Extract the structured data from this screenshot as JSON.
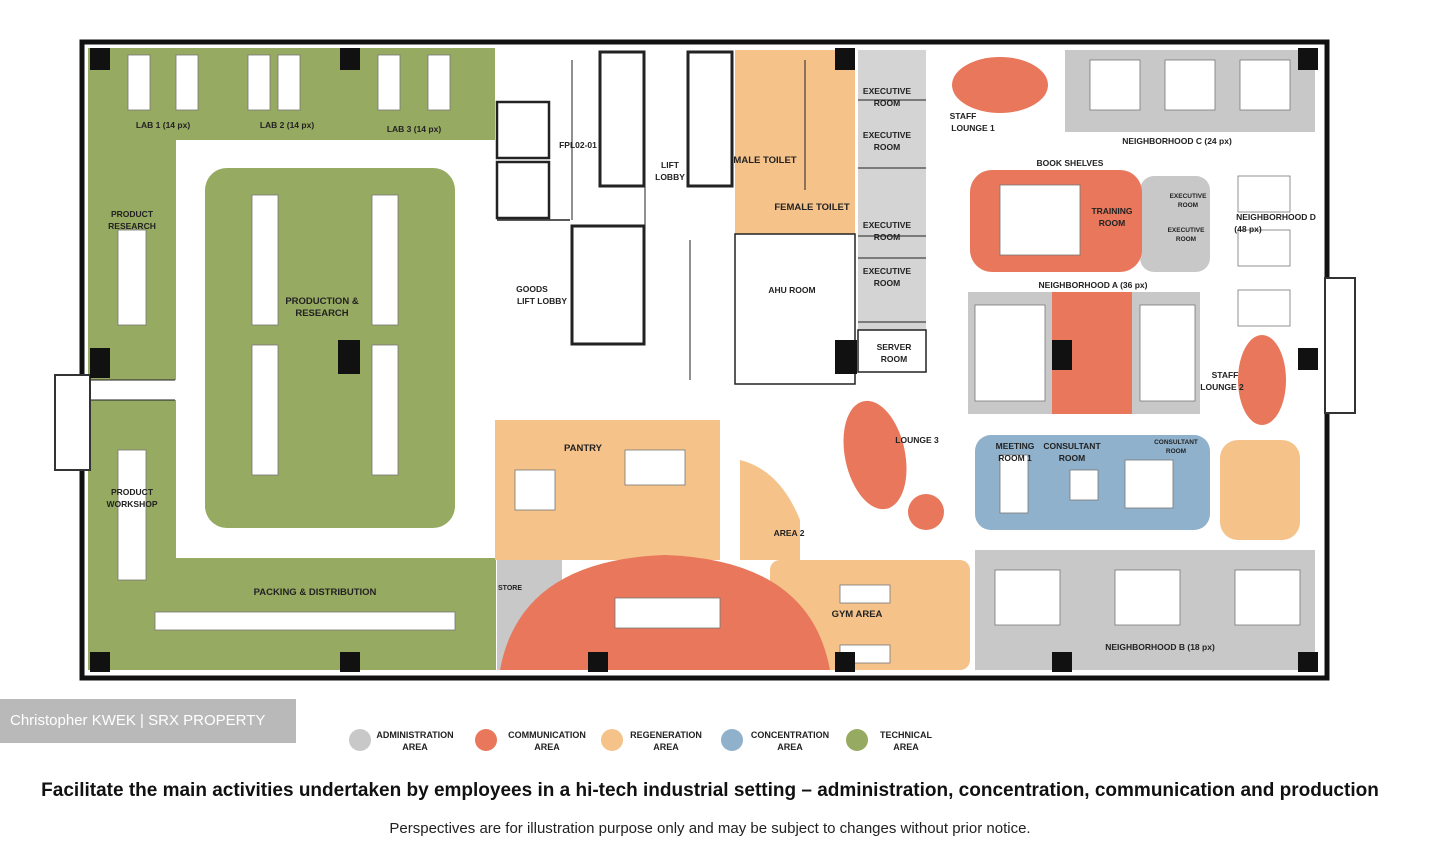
{
  "watermark": "Christopher KWEK | SRX PROPERTY",
  "tagline": "Facilitate the main activities undertaken by employees in a hi-tech industrial setting – administration, concentration, communication and production",
  "disclaimer": "Perspectives are for illustration purpose only and may be subject to changes without prior notice.",
  "colors": {
    "administration": "#c8c8c8",
    "communication": "#e8775b",
    "regeneration": "#f5c28a",
    "concentration": "#8fb1cc",
    "technical": "#97aa62"
  },
  "rooms": {
    "lab1": "LAB 1 (14 px)",
    "lab2": "LAB 2 (14 px)",
    "lab3": "LAB 3 (14 px)",
    "fpl": "FPL02-01",
    "lift_lobby_1": "LIFT",
    "lift_lobby_2": "LOBBY",
    "male_toilet": "MALE TOILET",
    "female_toilet": "FEMALE TOILET",
    "exec1_1": "EXECUTIVE",
    "exec1_2": "ROOM",
    "exec2_1": "EXECUTIVE",
    "exec2_2": "ROOM",
    "exec3_1": "EXECUTIVE",
    "exec3_2": "ROOM",
    "exec4_1": "EXECUTIVE",
    "exec4_2": "ROOM",
    "staff_lounge1_1": "STAFF",
    "staff_lounge1_2": "LOUNGE 1",
    "neighborhood_c": "NEIGHBORHOOD C (24 px)",
    "book_shelves": "BOOK SHELVES",
    "training_1": "TRAINING",
    "training_2": "ROOM",
    "exec_small1_1": "EXECUTIVE",
    "exec_small1_2": "ROOM",
    "exec_small2_1": "EXECUTIVE",
    "exec_small2_2": "ROOM",
    "neighborhood_d_1": "NEIGHBORHOOD D",
    "neighborhood_d_2": "(48 px)",
    "product_research_1": "PRODUCT",
    "product_research_2": "RESEARCH",
    "production_1": "PRODUCTION &",
    "production_2": "RESEARCH",
    "goods_1": "GOODS",
    "goods_2": "LIFT LOBBY",
    "ahu": "AHU ROOM",
    "neighborhood_a": "NEIGHBORHOOD A (36 px)",
    "server_1": "SERVER",
    "server_2": "ROOM",
    "staff_lounge2_1": "STAFF",
    "staff_lounge2_2": "LOUNGE 2",
    "product_workshop_1": "PRODUCT",
    "product_workshop_2": "WORKSHOP",
    "pantry": "PANTRY",
    "lounge3": "LOUNGE 3",
    "meeting_1": "MEETING",
    "meeting_2": "ROOM 1",
    "consultant_1": "CONSULTANT",
    "consultant_2": "ROOM",
    "consultant_small_1": "CONSULTANT",
    "consultant_small_2": "ROOM",
    "area2": "AREA 2",
    "packing": "PACKING & DISTRIBUTION",
    "store": "STORE",
    "gym": "GYM AREA",
    "neighborhood_b": "NEIGHBORHOOD B (18 px)"
  },
  "legend": [
    {
      "line1": "ADMINISTRATION",
      "line2": "AREA",
      "color": "#c8c8c8"
    },
    {
      "line1": "COMMUNICATION",
      "line2": "AREA",
      "color": "#e8775b"
    },
    {
      "line1": "REGENERATION",
      "line2": "AREA",
      "color": "#f5c28a"
    },
    {
      "line1": "CONCENTRATION",
      "line2": "AREA",
      "color": "#8fb1cc"
    },
    {
      "line1": "TECHNICAL",
      "line2": "AREA",
      "color": "#97aa62"
    }
  ]
}
